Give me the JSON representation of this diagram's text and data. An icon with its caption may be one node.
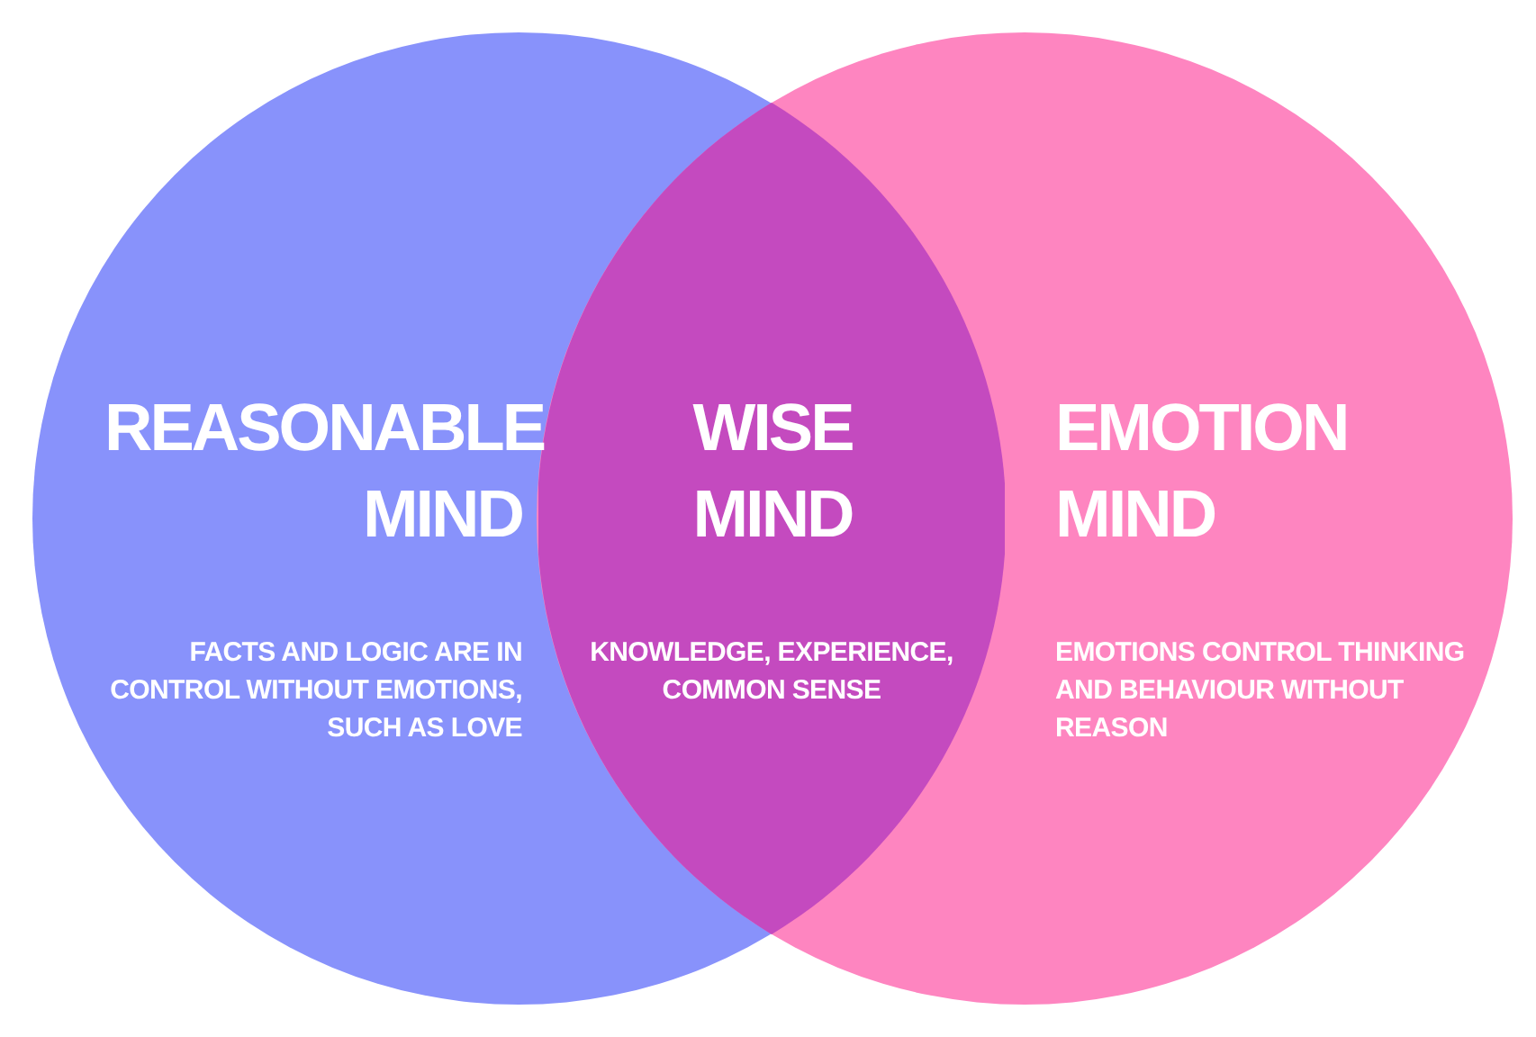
{
  "diagram": {
    "nodes": [
      {
        "text": [
          "REASONABLE MIND",
          "FACTS AND LOGIC ARE IN CONTROL WITHOUT EMOTIONS, SUCH AS LOVE"
        ]
      },
      {
        "text": [
          "WISE MIND",
          "KNOWLEDGE, EXPERIENCE, COMMON SENSE"
        ]
      },
      {
        "text": [
          "EMOTION MIND",
          "EMOTIONS CONTROL THINKING AND BEHAVIOUR WITHOUT REASON"
        ]
      }
    ],
    "edges": []
  }
}
